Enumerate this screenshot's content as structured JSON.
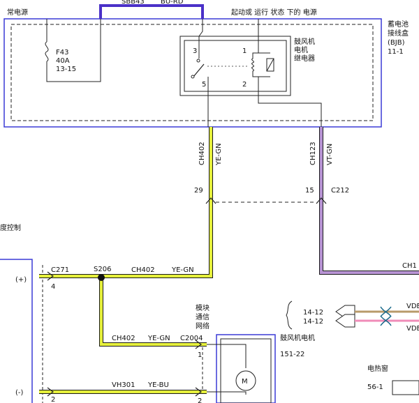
{
  "header": {
    "constant_power": "常电源",
    "top_left_splice_partial": "SBB43",
    "top_right_wire_partial": "BU-RD",
    "run_start_power": "起动或 运行 状态 下的 电源"
  },
  "bjb": {
    "name_line1": "蓄电池",
    "name_line2": "接线盒",
    "code": "(BJB)",
    "page_ref": "11-1"
  },
  "fuse": {
    "id": "F43",
    "rating": "40A",
    "ref": "13-15"
  },
  "relay": {
    "name_line1": "鼓风机",
    "name_line2": "电机",
    "name_line3": "继电器",
    "pin_3": "3",
    "pin_1": "1",
    "pin_5": "5",
    "pin_2": "2"
  },
  "wires": {
    "ch402_vertical_circuit": "CH402",
    "ch402_vertical_color": "YE-GN",
    "ch123_circuit": "CH123",
    "ch123_color": "VT-GN",
    "ch402_horizontal_circuit": "CH402",
    "ch402_horizontal_color": "YE-GN",
    "ch402_lower_circuit": "CH402",
    "ch402_lower_color": "YE-GN",
    "vh301_circuit": "VH301",
    "vh301_color": "YE-BU",
    "ch1_partial": "CH1"
  },
  "connectors": {
    "c212_pin_a": "29",
    "c212_pin_b": "15",
    "c212_name": "C212",
    "c271_name": "C271",
    "c271_pin_top": "4",
    "c271_pin_bottom": "2",
    "splice": "S206",
    "c2004_name": "C2004",
    "c2004_pin_1": "1",
    "c2004_pin_2": "2"
  },
  "left_module": {
    "title_partial": "度控制",
    "plus_label": "(+)",
    "minus_label": "(-)"
  },
  "network": {
    "line1": "模块",
    "line2": "通信",
    "line3": "网络",
    "ref_top": "14-12",
    "ref_bottom": "14-12",
    "vdb_top_partial": "VDE",
    "vdb_bottom_partial": "VDE"
  },
  "blower_motor": {
    "name": "鼓风机电机",
    "ref": "151-22",
    "symbol": "M"
  },
  "heated_window": {
    "name": "电热窗",
    "ref": "56-1"
  },
  "colors": {
    "bjb_border": "#3a3ad6",
    "bu_rd_wire": "#4a30c8",
    "ye_gn_wire": "#e6f03c",
    "vt_gn_wire": "#b894d4",
    "pink_wire": "#f08cb8",
    "tan_wire": "#b89a6a",
    "connector_body": "#e6e6e6"
  }
}
